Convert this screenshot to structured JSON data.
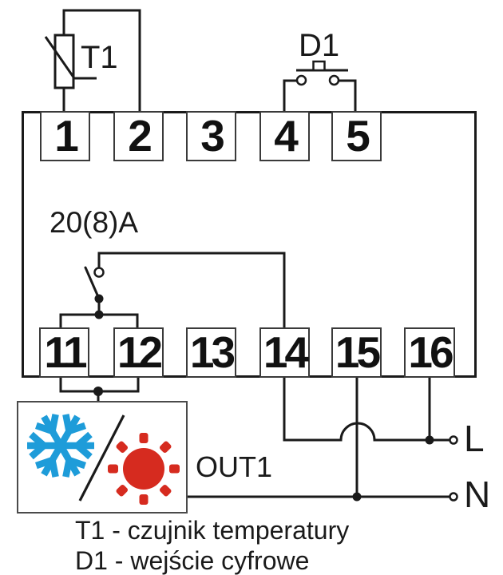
{
  "diagram": {
    "rating": "20(8)A",
    "sensor_label": "T1",
    "input_label": "D1",
    "output_label": "OUT1",
    "line_label": "L",
    "neutral_label": "N"
  },
  "terminals": {
    "top": [
      "1",
      "2",
      "3",
      "4",
      "5"
    ],
    "bottom": [
      "11",
      "12",
      "13",
      "14",
      "15",
      "16"
    ]
  },
  "legend": {
    "line1": "T1 - czujnik temperatury",
    "line2": "D1 - wejście cyfrowe"
  },
  "colors": {
    "wire": "#1a1a1a",
    "snowflake_blue": "#1e9cd9",
    "sun_red": "#d62b1f"
  },
  "icons": {
    "cooling": "snowflake",
    "heating": "sun"
  }
}
